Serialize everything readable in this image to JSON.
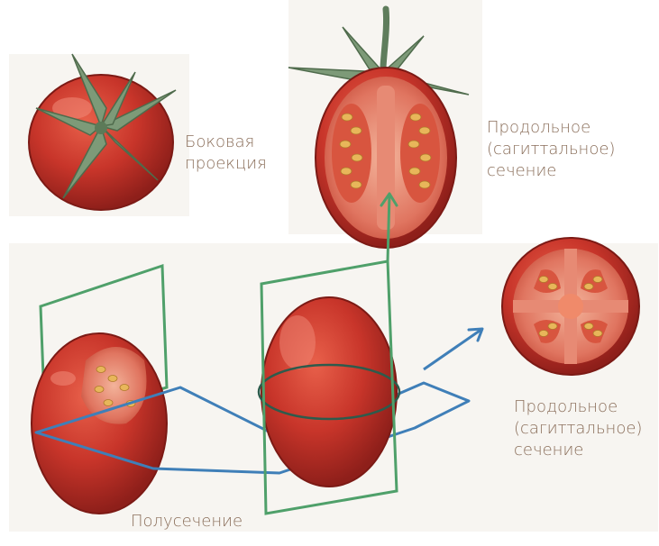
{
  "labels": {
    "side_view": [
      "Боковая",
      "проекция"
    ],
    "longitudinal_top": [
      "Продольное",
      "(сагиттальное)",
      "сечение"
    ],
    "longitudinal_bottom": [
      "Продольное",
      "(сагиттальное)",
      "сечение"
    ],
    "half_section": "Полусечение"
  },
  "colors": {
    "tomato_red": "#c8352a",
    "tomato_dark": "#8e1f1a",
    "flesh": "#e07560",
    "seed": "#e8b65a",
    "stem_green": "#6f8f6a",
    "plane_green": "#4fa06a",
    "plane_blue": "#3f7fb8",
    "label_brown": "#8a6e5a"
  }
}
